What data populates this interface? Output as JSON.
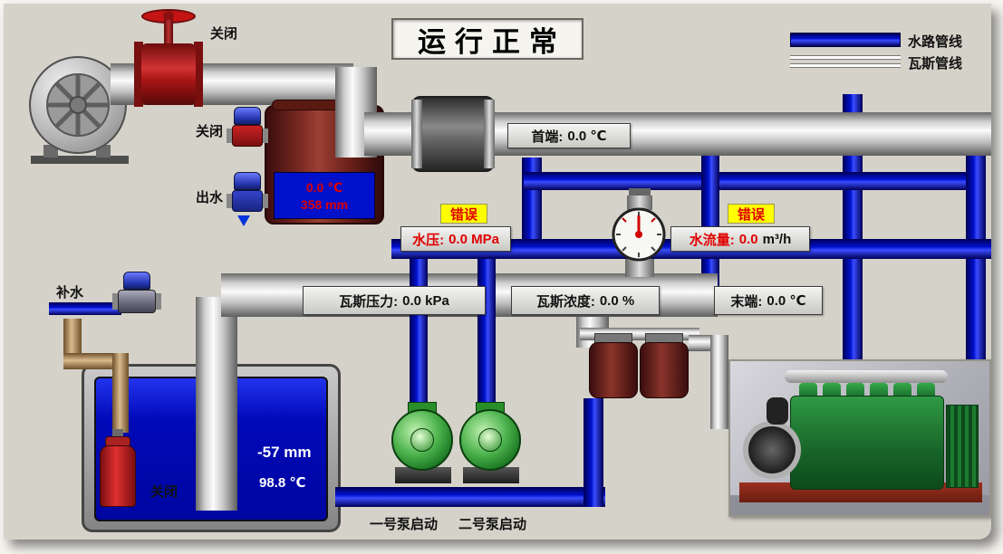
{
  "header": {
    "status_title": "运行正常",
    "legend": {
      "water_label": "水路管线",
      "gas_label": "瓦斯管线"
    }
  },
  "valves": {
    "top_close_label": "关闭",
    "mid_close_label": "关闭",
    "outlet_label": "出水",
    "makeup_label": "补水"
  },
  "seal_tank": {
    "temperature": "0.0 ℃",
    "level": "358 mm"
  },
  "readouts": {
    "head_end": {
      "label": "首端:",
      "value": "0.0 ℃"
    },
    "water_pressure": {
      "error": "错误",
      "label": "水压:",
      "value": "0.0 MPa"
    },
    "water_flow": {
      "error": "错误",
      "label": "水流量:",
      "value": "0.0",
      "unit": "m³/h"
    },
    "gas_pressure": {
      "label": "瓦斯压力:",
      "value": "0.0 kPa"
    },
    "gas_concentration": {
      "label": "瓦斯浓度:",
      "value": "0.0 %"
    },
    "tail_end": {
      "label": "末端:",
      "value": "0.0 ℃"
    }
  },
  "reservoir": {
    "pump_valve_label": "关闭",
    "level": "-57 mm",
    "temperature": "98.8 ℃"
  },
  "pumps": {
    "pump1_start": "一号泵启动",
    "pump2_start": "二号泵启动"
  },
  "colors": {
    "water_pipe": "#0011cc",
    "error_bg": "#ffff00",
    "error_text": "#e00000",
    "value_alarm": "#e00000"
  }
}
